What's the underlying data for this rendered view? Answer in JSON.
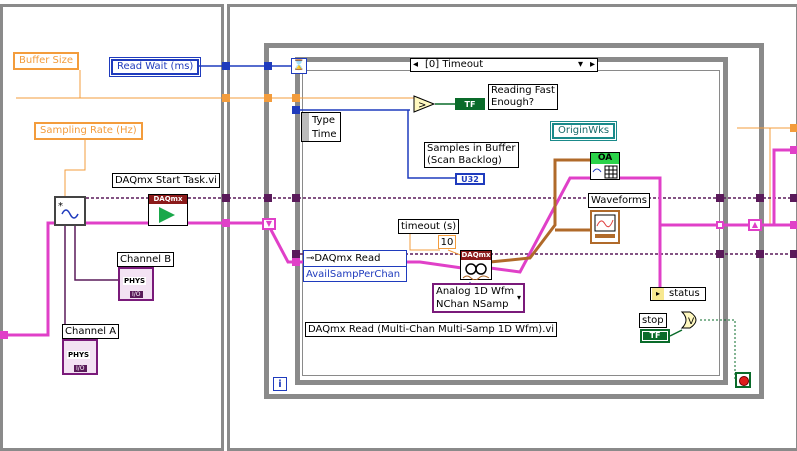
{
  "controls": {
    "buffer_size": "Buffer Size",
    "sampling_rate": "Sampling Rate (Hz)",
    "read_wait": "Read Wait (ms)",
    "channel_b": "Channel B",
    "channel_a": "Channel A",
    "physchan_text": "PHYS",
    "io_text": "I/O"
  },
  "nodes": {
    "start_task_label": "DAQmx Start Task.vi",
    "daqmx_badge": "DAQmx",
    "read_node": "DAQmx Read",
    "read_property": "AvailSampPerChan",
    "read_vi_label": "DAQmx Read (Multi-Chan Multi-Samp 1D Wfm).vi",
    "analog_selector_line1": "Analog 1D Wfm",
    "analog_selector_line2": "NChan NSamp"
  },
  "case_structure": {
    "selector": "[0] Timeout",
    "type": "Type",
    "time": "Time"
  },
  "indicators": {
    "reading_fast": "Reading Fast\nEnough?",
    "samples_in_buffer": "Samples in Buffer\n(Scan Backlog)",
    "u32": "U32",
    "tf": "TF",
    "timeout": "timeout (s)",
    "timeout_value": "10",
    "origin_wks": "OriginWks",
    "oa": "OA",
    "waveforms": "Waveforms",
    "status": "status",
    "stop": "stop"
  },
  "loop": {
    "iteration_terminal": "i",
    "timed_icon": "⌛"
  },
  "colors": {
    "orange_wire": "#f39c3c",
    "blue_wire": "#1f3bbd",
    "pink_wire": "#e040c8",
    "purple_wire": "#5a1a5a",
    "brown_wire": "#b06a2a",
    "green_bool": "#0a6b2a",
    "teal": "#1a8a8a"
  }
}
